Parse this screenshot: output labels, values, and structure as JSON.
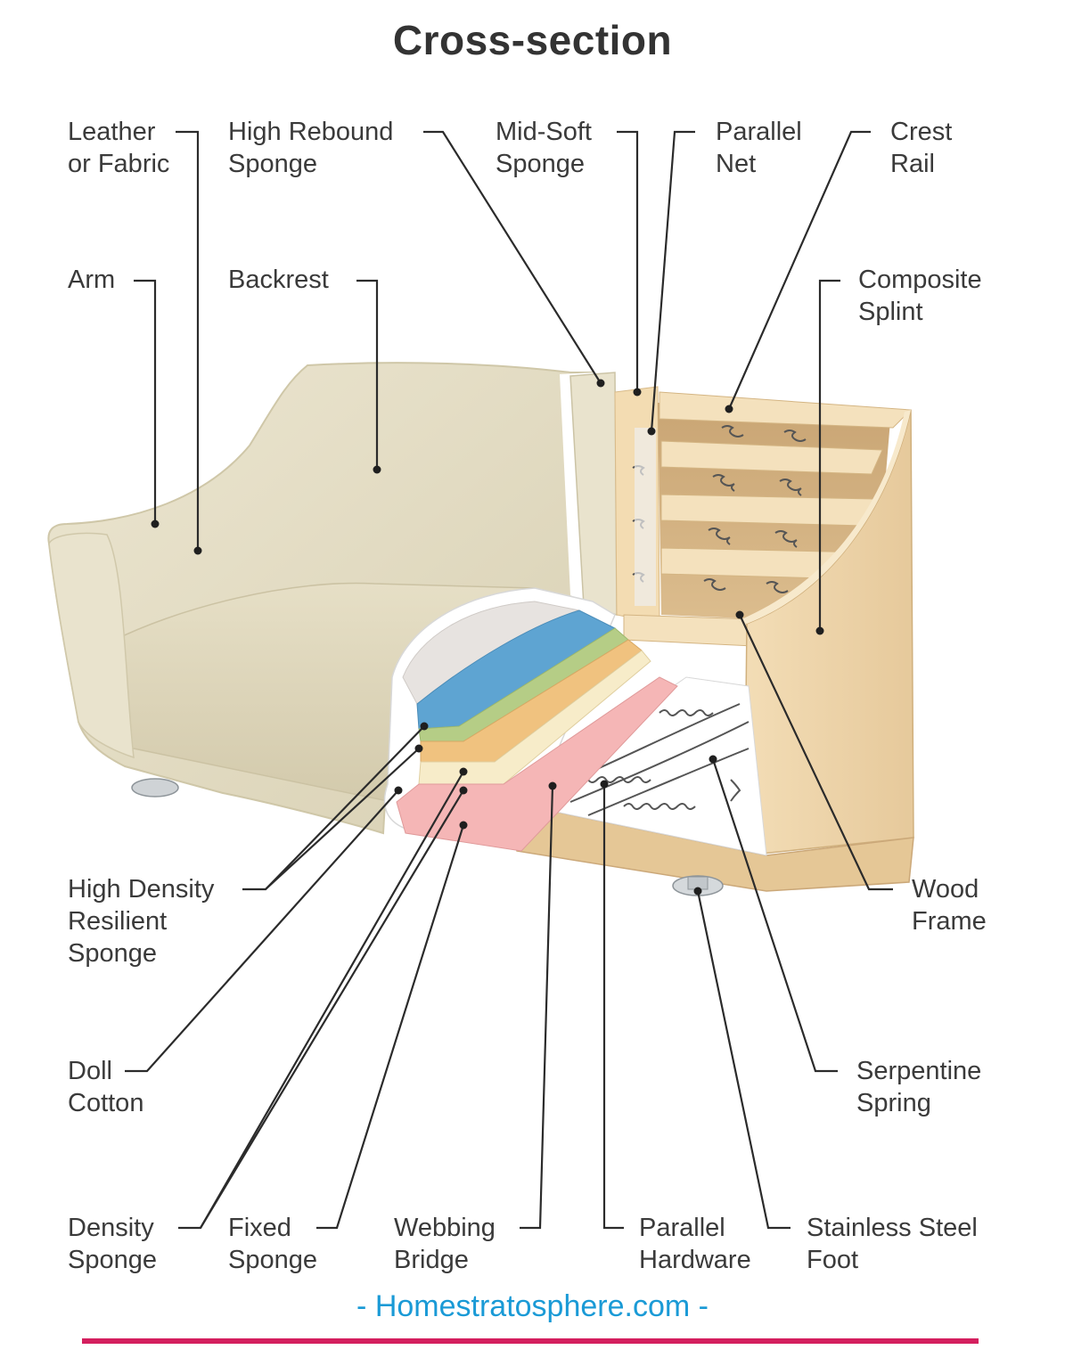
{
  "title": "Cross-section",
  "labels": {
    "leather": [
      "Leather",
      "or Fabric"
    ],
    "high_rebound": [
      "High Rebound",
      "Sponge"
    ],
    "mid_soft": [
      "Mid-Soft",
      "Sponge"
    ],
    "parallel_net": [
      "Parallel",
      "Net"
    ],
    "crest_rail": [
      "Crest",
      "Rail"
    ],
    "arm": [
      "Arm"
    ],
    "backrest": [
      "Backrest"
    ],
    "composite_splint": [
      "Composite",
      "Splint"
    ],
    "high_density": [
      "High Density",
      "Resilient",
      "Sponge"
    ],
    "wood_frame": [
      "Wood",
      "Frame"
    ],
    "doll_cotton": [
      "Doll",
      "Cotton"
    ],
    "serpentine_spring": [
      "Serpentine",
      "Spring"
    ],
    "density_sponge": [
      "Density",
      "Sponge"
    ],
    "fixed_sponge": [
      "Fixed",
      "Sponge"
    ],
    "webbing_bridge": [
      "Webbing",
      "Bridge"
    ],
    "parallel_hardware": [
      "Parallel",
      "Hardware"
    ],
    "stainless_foot": [
      "Stainless Steel",
      "Foot"
    ]
  },
  "credit": "- Homestratosphere.com -",
  "colors": {
    "upholstery": "#e3dcc3",
    "wood": "#ecd3a8",
    "blue_sponge": "#5ea4d2",
    "green_sponge": "#b5cd86",
    "orange_sponge": "#f0c27f",
    "cream_sponge": "#f7ecc9",
    "pink_sponge": "#f5b6b6",
    "accent": "#d41f5e",
    "credit": "#1a9ad6"
  }
}
